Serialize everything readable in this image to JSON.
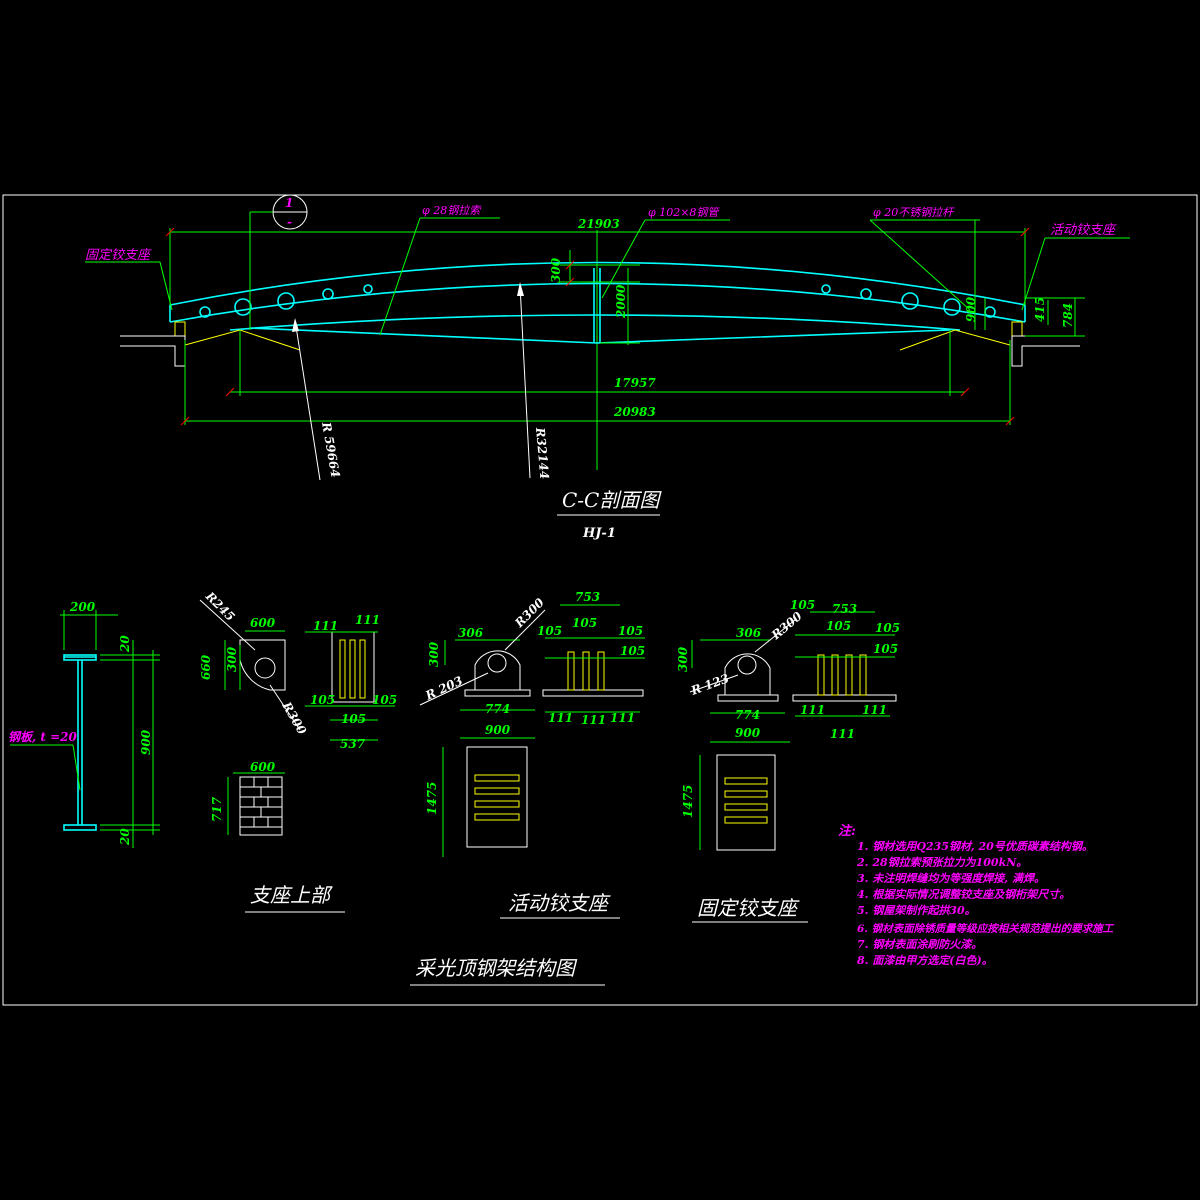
{
  "colors": {
    "background": "#000000",
    "outline": "#ffffff",
    "dimension": "#00ff00",
    "label": "#ff00ff",
    "structure": "#00ffff",
    "hatch": "#ffff00",
    "marker": "#ff0000"
  },
  "section": {
    "title": "C-C剖面图",
    "subtitle": "HJ-1",
    "callout_number": "1",
    "callout_dash": "-",
    "labels": {
      "fixed_support": "固定铰支座",
      "sliding_support": "活动铰支座",
      "cable": "φ 28钢拉索",
      "tube": "φ 102×8钢管",
      "rod": "φ 20不锈钢拉杆"
    },
    "dims": {
      "top_span": "21903",
      "rise_300": "300",
      "mid_2000": "2000",
      "end_900": "900",
      "end_415": "415",
      "end_784": "784",
      "inner_span": "17957",
      "outer_span": "20983",
      "radius_left": "R 59664",
      "radius_right": "R32144"
    }
  },
  "details": {
    "upper_support": {
      "title": "支座上部",
      "dims": {
        "w200": "200",
        "t20a": "20",
        "h900": "900",
        "t20b": "20",
        "plate": "钢板, t =20",
        "r245": "R245",
        "w600": "600",
        "h660": "660",
        "h300": "300",
        "r300": "R300",
        "d111a": "111",
        "d111b": "111",
        "d105a": "105",
        "d105b": "105",
        "d105c": "105",
        "d537": "537",
        "w600b": "600",
        "h717": "717"
      }
    },
    "sliding": {
      "title": "活动铰支座",
      "dims": {
        "w306": "306",
        "r300": "R300",
        "h300": "300",
        "r203": "R 203",
        "w774": "774",
        "w753": "753",
        "d105a": "105",
        "d105b": "105",
        "d105c": "105",
        "d105d": "105",
        "d111a": "111",
        "d111b": "111",
        "d111c": "111",
        "w900": "900",
        "h1475": "1475"
      }
    },
    "fixed": {
      "title": "固定铰支座",
      "dims": {
        "w306": "306",
        "r300": "R300",
        "h300": "300",
        "r123": "R 123",
        "w774": "774",
        "w753": "753",
        "d105a": "105",
        "d105b": "105",
        "d105c": "105",
        "d105d": "105",
        "d111a": "111",
        "d111b": "111",
        "d111c": "111",
        "w900": "900",
        "h1475": "1475"
      }
    }
  },
  "drawing_title": "采光顶钢架结构图",
  "notes": {
    "heading": "注:",
    "items": [
      "1. 钢材选用Q235钢材, 20号优质碳素结构钢。",
      "2. 28钢拉索预张拉力为100kN。",
      "3. 未注明焊缝均为等强度焊接, 满焊。",
      "4. 根据实际情况调整铰支座及钢桁架尺寸。",
      "5. 钢屋架制作起拱30。",
      "6. 钢材表面除锈质量等级应按相关规范提出的要求施工",
      "7. 钢材表面涂刷防火漆。",
      "8. 面漆由甲方选定(白色)。"
    ]
  }
}
